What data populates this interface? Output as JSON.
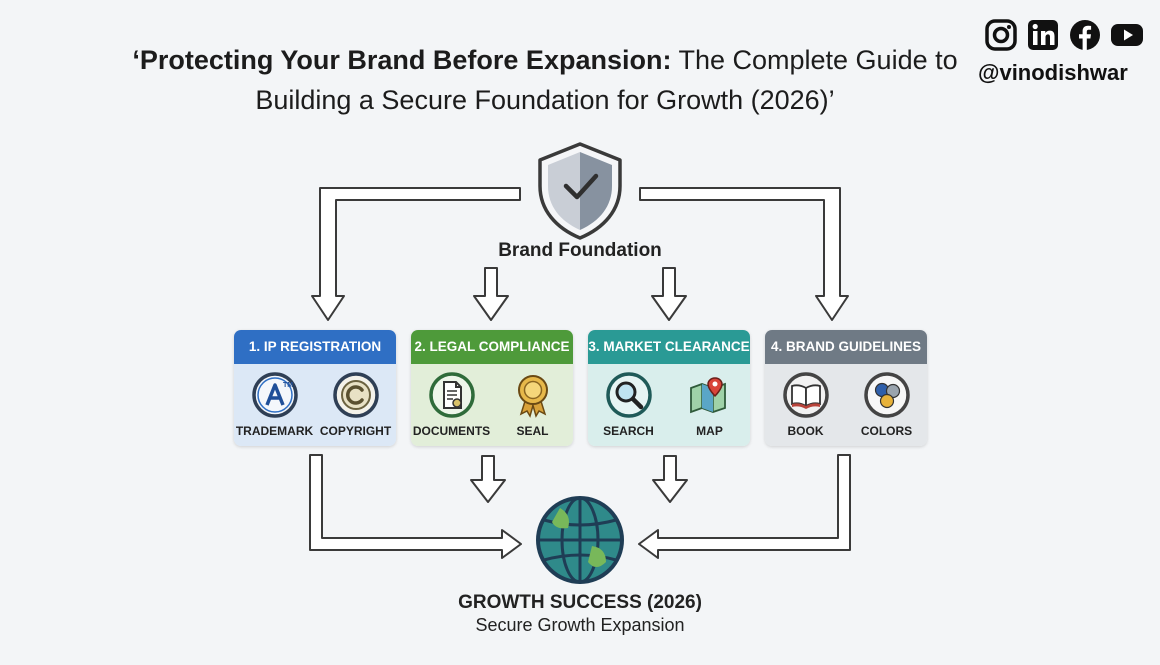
{
  "title": {
    "bold": "‘Protecting Your Brand Before Expansion:",
    "regular": " The Complete Guide to Building a Secure Foundation for Growth (2026)’"
  },
  "social": {
    "icons": [
      "instagram-icon",
      "linkedin-icon",
      "facebook-icon",
      "youtube-icon"
    ],
    "handle": "@vinodishwar"
  },
  "foundation": {
    "label": "Brand Foundation",
    "icon": "shield-check-icon"
  },
  "pillars": [
    {
      "title": "1. IP REGISTRATION",
      "color": "#2f6fc4",
      "body_color": "#dce8f6",
      "items": [
        {
          "label": "TRADEMARK",
          "icon": "trademark-icon"
        },
        {
          "label": "COPYRIGHT",
          "icon": "copyright-icon"
        }
      ]
    },
    {
      "title": "2. LEGAL COMPLIANCE",
      "color": "#4e9a3a",
      "body_color": "#e2eed9",
      "items": [
        {
          "label": "DOCUMENTS",
          "icon": "documents-icon"
        },
        {
          "label": "SEAL",
          "icon": "seal-icon"
        }
      ]
    },
    {
      "title": "3. MARKET CLEARANCE",
      "color": "#2a9a95",
      "body_color": "#d9eeec",
      "items": [
        {
          "label": "SEARCH",
          "icon": "search-icon"
        },
        {
          "label": "MAP",
          "icon": "map-icon"
        }
      ]
    },
    {
      "title": "4. BRAND GUIDELINES",
      "color": "#6f7a85",
      "body_color": "#e4e7ea",
      "items": [
        {
          "label": "BOOK",
          "icon": "book-icon"
        },
        {
          "label": "COLORS",
          "icon": "colors-icon"
        }
      ]
    }
  ],
  "growth": {
    "title": "GROWTH SUCCESS (2026)",
    "subtitle": "Secure Growth Expansion",
    "icon": "globe-icon"
  }
}
